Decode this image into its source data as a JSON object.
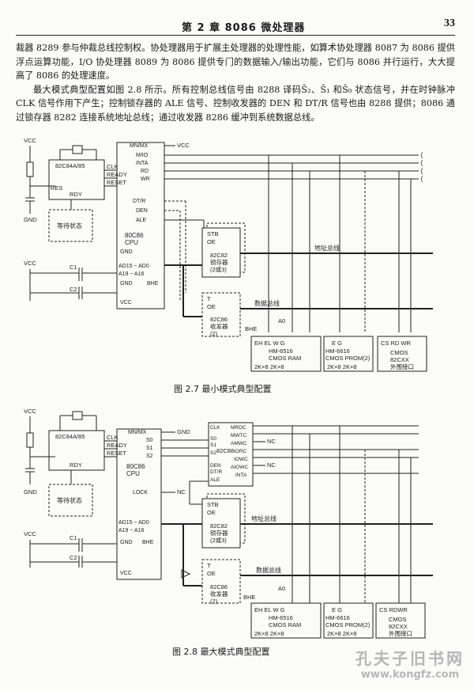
{
  "header": {
    "chapter": "第 2 章    8086 微处理器",
    "page_number": "33"
  },
  "paragraphs": [
    "裁器 8289 参与仲裁总线控制权。协处理器用于扩展主处理器的处理性能，如算术协处理器 8087 为 8086 提供浮点运算功能，I/O 协处理器 8089 为 8086 提供专门的数据输入/输出功能，它们与 8086 并行运行，大大提高了 8086 的处理速度。",
    "最大模式典型配置如图 2.8 所示。所有控制总线信号由 8288 译码S̄₂、S̄₁ 和S̄₀ 状态信号，并在时钟脉冲 CLK 信号作用下产生；控制锁存器的 ALE 信号、控制收发器的 DEN 和 DT/R 信号也由 8288 提供；8086 通过锁存器 8282 连接系统地址总线；通过收发器 8286 缓冲到系统数据总线。"
  ],
  "fig27": {
    "caption": "图 2.7   最小模式典型配置",
    "vcc": "VCC",
    "gnd": "GND",
    "clock_chip": "82C84A/85",
    "clk": "CLK",
    "ready": "READY",
    "reset": "RESET",
    "res": "RES",
    "rdy": "RDY",
    "wait_box": "等待状态",
    "cpu_name": "80C86\nCPU",
    "cpu_pins_right": [
      "MN/MX",
      "M/IO",
      "INTA",
      "RD",
      "WR",
      "DT/R",
      "DEN",
      "ALE"
    ],
    "cpu_pins_left": [
      "GND",
      "AD15 ~ AD0",
      "A19 ~ A16",
      "GND",
      "BHE",
      "VCC"
    ],
    "c1": "C1",
    "c2": "C2",
    "latch_pins": [
      "STB",
      "OE"
    ],
    "latch_name": "82C82\n锁存器\n(2或3)",
    "xcvr_pins": [
      "T",
      "OE"
    ],
    "xcvr_name": "82C86\n收发器\n(2)",
    "addr_bus": "地址总线",
    "data_bus": "数据总线",
    "bhe": "BHE",
    "a0": "A0",
    "ram_pins": "EH  EL  W  G",
    "ram_name": "HM-6516\nCMOS RAM",
    "ram_size": "2K×8   2K×8",
    "prom_pins": "E      G",
    "prom_name": "HM-6616\nCMOS PROM(2)",
    "prom_size": "2K×8  2K×8",
    "io_pins": "CS   RD WR",
    "io_name": "CMOS\n82CXX\n外围接口"
  },
  "fig28": {
    "caption": "图 2.8   最大模式典型配置",
    "vcc": "VCC",
    "gnd": "GND",
    "clock_chip": "82C84A/85",
    "clk": "CLK",
    "ready": "READY",
    "reset": "RESET",
    "rdy": "RDY",
    "wait_box": "等待状态",
    "cpu_name": "80C86\nCPU",
    "cpu_pins_right": [
      "MN/MX",
      "S0",
      "S1",
      "S2",
      "LOCK"
    ],
    "cpu_pins_left": [
      "AD15 ~ AD0",
      "A19 ~ A16",
      "GND",
      "BHE",
      "VCC"
    ],
    "gnd_label": "GND",
    "c1": "C1",
    "c2": "C2",
    "bus_ctrl_left": [
      "CLK",
      "S0",
      "S1",
      "S2",
      "DEN",
      "DT/R",
      "ALE"
    ],
    "bus_ctrl_name": "82C88",
    "bus_ctrl_right": [
      "MRDC",
      "MWTC",
      "AMWC",
      "IORC",
      "IOWC",
      "AIOWC",
      "INTA"
    ],
    "nc": "NC",
    "latch_pins": [
      "STB",
      "OE"
    ],
    "latch_name": "82C82\n锁存器\n(2或3)",
    "xcvr_pins": [
      "T",
      "OE"
    ],
    "xcvr_name": "82C86\n收发器\n(2)",
    "addr_bus": "地址总线",
    "data_bus": "数据总线",
    "bhe": "BHE",
    "a0": "A0",
    "ram_pins": "EH  EL  W  G",
    "ram_name": "HM-6516\nCMOS RAM",
    "ram_size": "2K×8   2K×8",
    "prom_pins": "E      G",
    "prom_name": "HM-6616\nCMOS PROM(2)",
    "prom_size": "2K×8  2K×8",
    "io_pins": "CS   RDWR",
    "io_name": "CMOS\n82CXX\n外围接口"
  },
  "watermark": {
    "name": "孔夫子旧书网",
    "url": "www.kongfz.com"
  }
}
